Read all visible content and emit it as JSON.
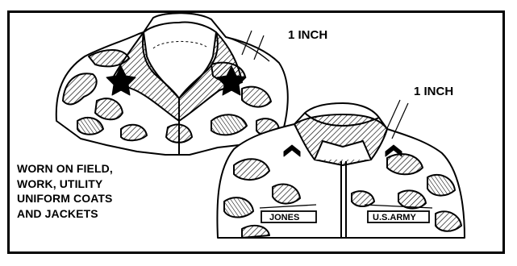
{
  "labels": {
    "measurement_1": "1 INCH",
    "measurement_2": "1 INCH"
  },
  "caption": {
    "lines": [
      "WORN ON FIELD,",
      "WORK, UTILITY",
      "UNIFORM COATS",
      "AND JACKETS"
    ]
  },
  "name_tapes": {
    "left": "JONES",
    "right": "U.S.ARMY"
  }
}
